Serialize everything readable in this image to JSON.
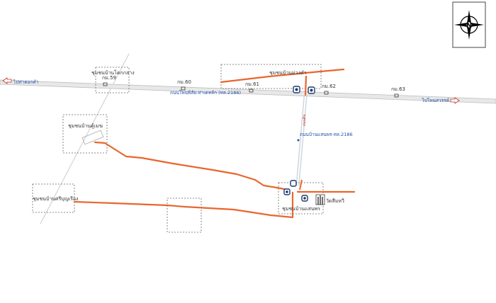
{
  "colors": {
    "route": "#e8662e",
    "main_road": "#d9d9d9",
    "side_road": "#cfd6de",
    "label_blue": "#1f4fa8",
    "boundary": "#666666"
  },
  "compass": {
    "letter": "N",
    "icon": "north-arrow-icon"
  },
  "main_road": {
    "name": "ถนนโพนพิสัย-ท่าเดหลัก (ทล.2186)",
    "direction_west": "ไปท่าดอกคำ",
    "direction_east": "ไปโพนสวรรค์"
  },
  "side_road": {
    "name": "ถนนบ้านแสนพร-ทล.2186",
    "vertical_label": "ถนนดิน"
  },
  "km_markers": [
    "กม.59",
    "กม.60",
    "กม.61",
    "กม.62",
    "กม.63"
  ],
  "communities": {
    "north_west": "ชุมชนบ้านโคกกลาง",
    "north_east": "ชุมชนบ้านม่วงคำ",
    "middle": "ชุมชนบ้านคู้เมฆ",
    "south_west": "ชุมชนบ้านศรีบุญเรือง",
    "south_east": "ชุมชนบ้านแสนพร"
  },
  "temple": "วัดสีมหวี"
}
